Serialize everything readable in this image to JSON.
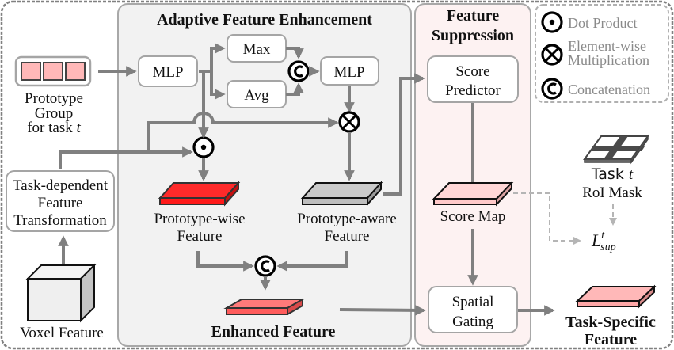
{
  "diagram": {
    "modules": {
      "enhancement": {
        "title": "Adaptive Feature Enhancement",
        "bg": "#f2f2f2"
      },
      "suppression": {
        "title_line1": "Feature",
        "title_line2": "Suppression",
        "bg": "#fdf2f2"
      }
    },
    "inputs": {
      "prototype_group": {
        "line1": "Prototype",
        "line2": "Group",
        "line3_prefix": "for task ",
        "line3_var": "t",
        "color": "#ffb8b8"
      },
      "voxel_feature": {
        "label": "Voxel Feature"
      },
      "transformation": {
        "line1": "Task-dependent",
        "line2": "Feature",
        "line3": "Transformation"
      }
    },
    "blocks": {
      "mlp1": "MLP",
      "max": "Max",
      "avg": "Avg",
      "mlp2": "MLP",
      "score_predictor": {
        "line1": "Score",
        "line2": "Predictor"
      },
      "spatial_gating": {
        "line1": "Spatial",
        "line2": "Gating"
      }
    },
    "features": {
      "prototype_wise": {
        "line1": "Prototype-wise",
        "line2": "Feature",
        "color": "#ff2a2a"
      },
      "prototype_aware": {
        "line1": "Prototype-aware",
        "line2": "Feature",
        "color": "#c8c8c8"
      },
      "enhanced": {
        "label": "Enhanced Feature",
        "color": "#ff6b6b"
      },
      "score_map": {
        "label": "Score Map",
        "color": "#ffd3d3"
      },
      "task_specific": {
        "line1": "Task-Specific",
        "line2": "Feature",
        "color": "#ffb3b3"
      },
      "roi_mask": {
        "line1_prefix": "Task ",
        "line1_var": "t",
        "line2": "RoI Mask"
      },
      "loss": {
        "base": "L",
        "sup": "t",
        "sub": "sup"
      }
    },
    "operators": {
      "dot": "⊙",
      "times": "⊗",
      "concat": "©"
    },
    "legend": [
      {
        "symbol": "dot",
        "line1": "Dot Product"
      },
      {
        "symbol": "times",
        "line1": "Element-wise",
        "line2": "Multiplication"
      },
      {
        "symbol": "concat",
        "line1": "Concatenation"
      }
    ]
  }
}
